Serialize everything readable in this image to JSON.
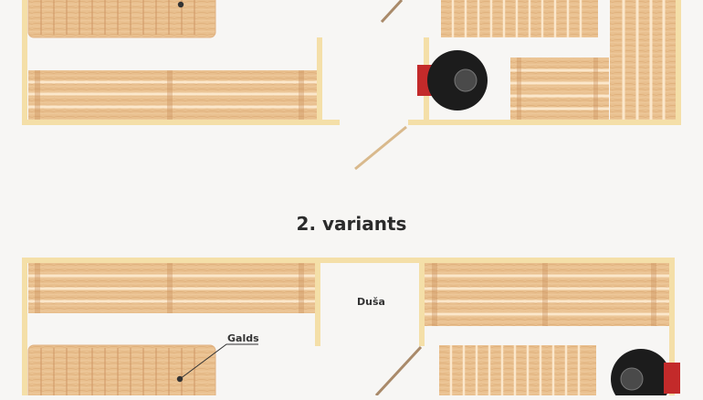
{
  "variant2": {
    "title": "2. variants"
  },
  "labels": {
    "shower": "Duša",
    "table": "Galds"
  },
  "colors": {
    "background": "#f7f6f4",
    "wall": "#f4dfa8",
    "wood": "#e9c08f",
    "wood_light": "#f3d4ad",
    "wood_line": "#c88d5a",
    "door": "#a98a6a",
    "stove": "#1c1c1c",
    "stove_accent": "#c32a2a",
    "stove_inner": "#4a4a4a"
  }
}
